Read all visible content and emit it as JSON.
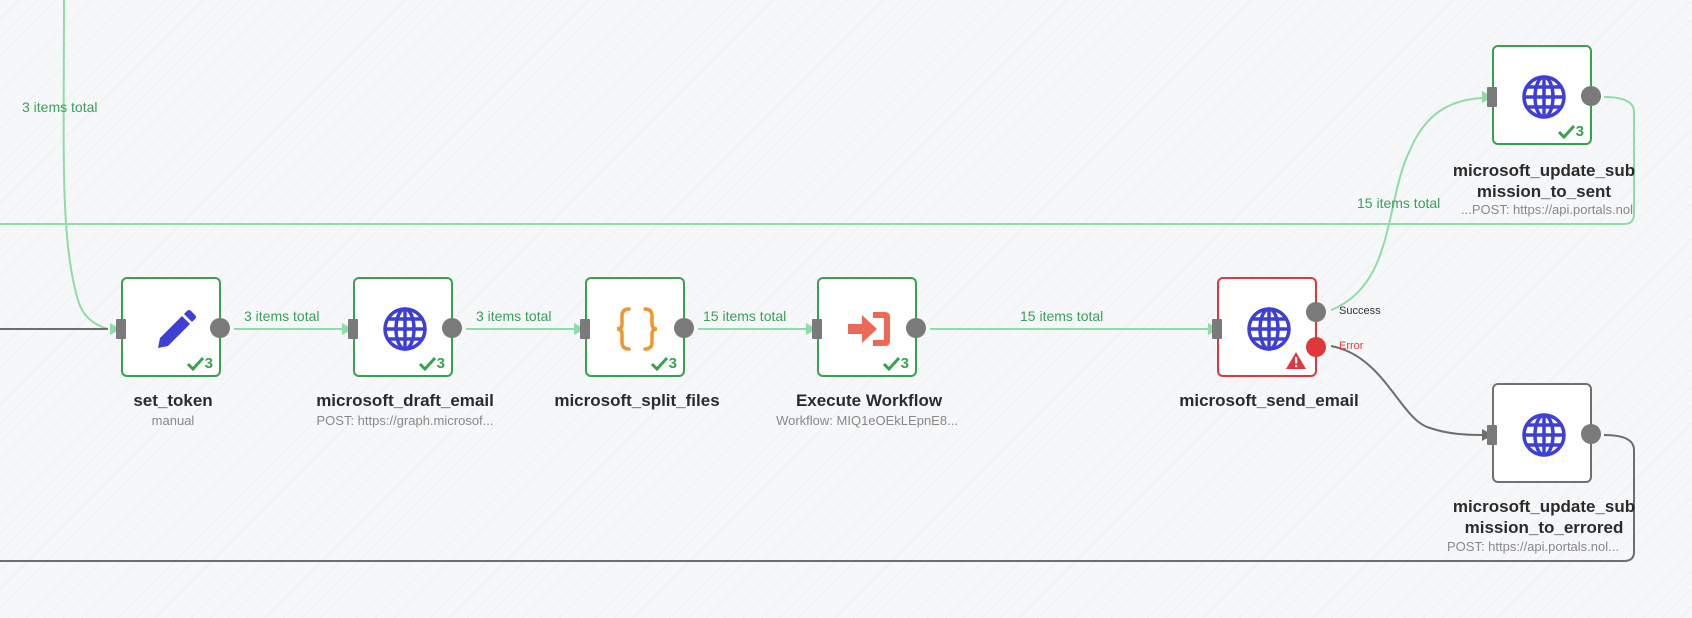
{
  "colors": {
    "success_border": "#37a24d",
    "error_border": "#e0373d",
    "idle_border": "#707070",
    "edge_success": "#8fdda4",
    "edge_idle": "#6e6e6e",
    "edge_label": "#3aa05a",
    "globe_icon": "#3d3fd6",
    "code_icon": "#f0962d",
    "execute_icon": "#ec6a55",
    "handle": "#7a7a7a"
  },
  "edge_labels": {
    "top_left": "3 items total",
    "set_token_to_draft": "3 items total",
    "draft_to_split": "3 items total",
    "split_to_execute": "15 items total",
    "execute_to_send": "15 items total",
    "send_to_update_sent": "15 items total"
  },
  "ports": {
    "success": "Success",
    "error": "Error"
  },
  "nodes": {
    "set_token": {
      "title": "set_token",
      "subtitle": "manual",
      "icon": "pencil-icon",
      "count": "3"
    },
    "draft_email": {
      "title": "microsoft_draft_email",
      "subtitle": "POST: https://graph.microsof...",
      "icon": "globe-icon",
      "count": "3"
    },
    "split_files": {
      "title": "microsoft_split_files",
      "icon": "code-braces-icon",
      "count": "3"
    },
    "execute_workflow": {
      "title": "Execute Workflow",
      "subtitle": "Workflow: MIQ1eOEkLEpnE8...",
      "icon": "execute-workflow-icon",
      "count": "3"
    },
    "send_email": {
      "title": "microsoft_send_email",
      "icon": "globe-icon",
      "status": "warning-icon"
    },
    "update_sent": {
      "title": "microsoft_update_submission_to_sent",
      "subtitle": "POST: https://api.portals.nol...",
      "icon": "globe-icon",
      "count": "3"
    },
    "update_errored": {
      "title": "microsoft_update_submission_to_errored",
      "subtitle": "POST: https://api.portals.nol...",
      "icon": "globe-icon"
    }
  }
}
